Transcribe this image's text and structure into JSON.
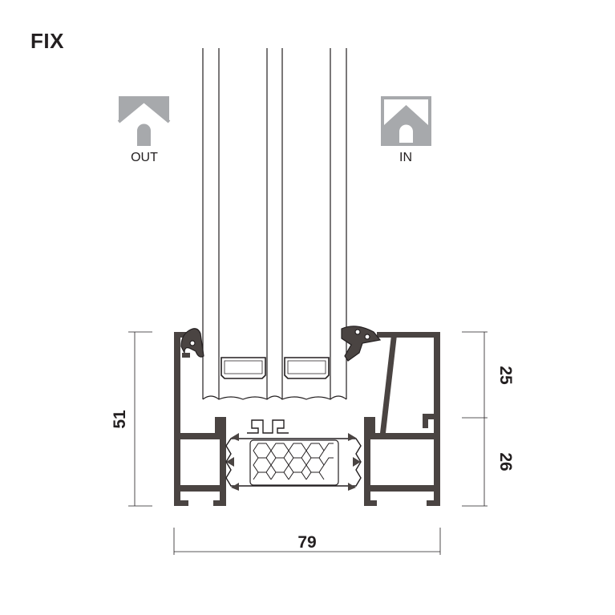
{
  "title": "FIX",
  "outside_label": "OUT",
  "inside_label": "IN",
  "icons": {
    "outside": "house-outline-icon",
    "inside": "house-filled-icon"
  },
  "colors": {
    "profile": "#4a4442",
    "line": "#231f20",
    "icon_gray": "#a7a9ac"
  },
  "dimensions": {
    "overall_height": "51",
    "upper_height": "25",
    "lower_height": "26",
    "overall_width": "79"
  }
}
